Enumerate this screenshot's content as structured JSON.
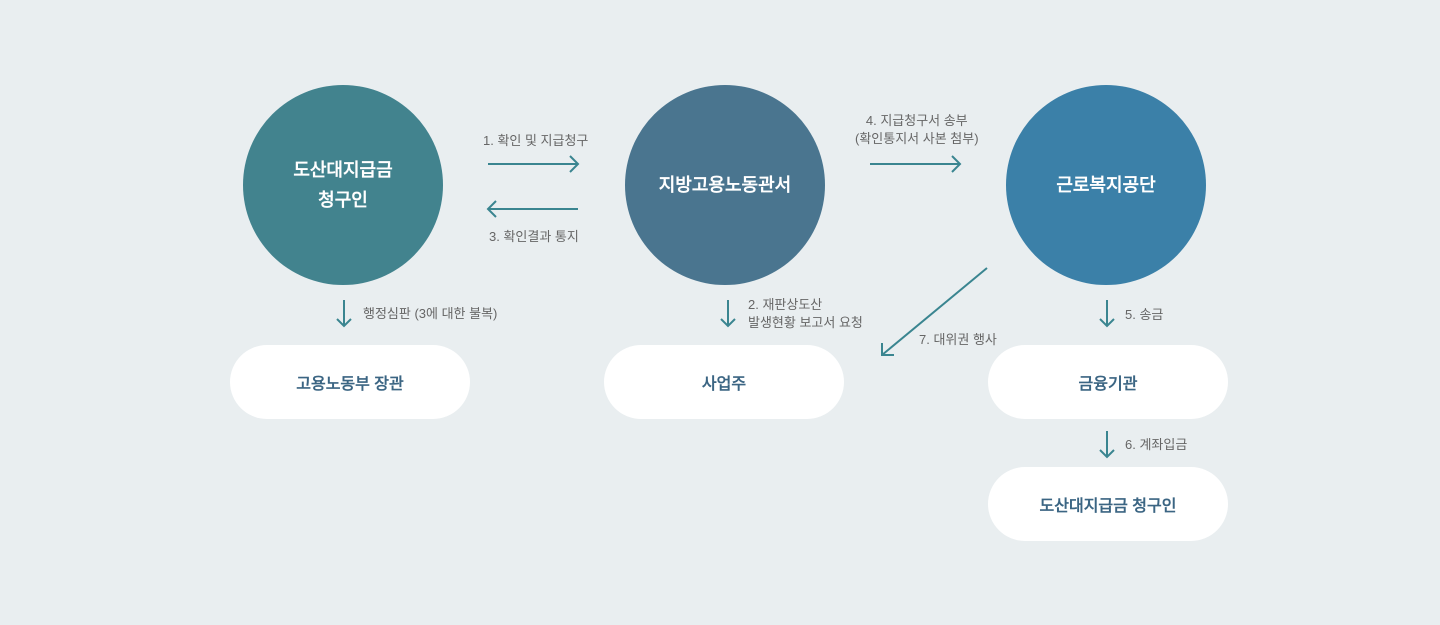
{
  "nodes": {
    "claimant": "도산대지급금\n청구인",
    "office": "지방고용노동관서",
    "agency": "근로복지공단",
    "minister": "고용노동부 장관",
    "employer": "사업주",
    "bank": "금융기관",
    "claimant2": "도산대지급금 청구인"
  },
  "steps": {
    "s1": "1. 확인 및 지급청구",
    "s2": "2. 재판상도산\n발생현황 보고서 요청",
    "s3": "3. 확인결과 통지",
    "s4": "4. 지급청구서 송부\n(확인통지서 사본 첨부)",
    "s5": "5. 송금",
    "s6": "6. 계좌입금",
    "s7": "7. 대위권 행사",
    "appeal": "행정심판 (3에 대한 불복)"
  },
  "colors": {
    "claimant": "#42838e",
    "office": "#4a758f",
    "agency": "#3b80a8",
    "arrow": "#3a8590"
  }
}
